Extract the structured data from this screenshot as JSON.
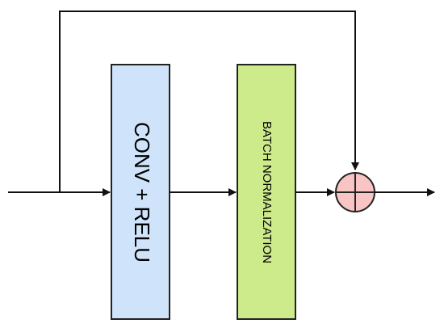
{
  "diagram": {
    "blocks": [
      {
        "id": "conv-relu",
        "label": "CONV + RELU",
        "fill": "#cfe4fb",
        "stroke": "#222222"
      },
      {
        "id": "batch-norm",
        "label": "BATCH NORMALIZATION",
        "fill": "#cdeb8b",
        "stroke": "#222222"
      }
    ],
    "adder": {
      "symbol": "plus",
      "fill": "#f8c4c4",
      "stroke": "#222222"
    },
    "edges": [
      {
        "from": "input",
        "to": "conv-relu"
      },
      {
        "from": "conv-relu",
        "to": "batch-norm"
      },
      {
        "from": "batch-norm",
        "to": "adder"
      },
      {
        "from": "input",
        "to": "adder",
        "kind": "skip-connection"
      },
      {
        "from": "adder",
        "to": "output"
      }
    ],
    "colors": {
      "line": "#111111"
    }
  }
}
